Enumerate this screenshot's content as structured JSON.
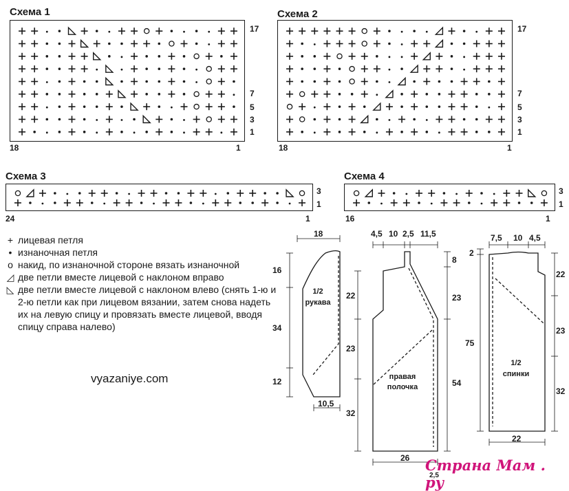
{
  "schemes": [
    {
      "title": "Схема 1",
      "stitches": 18,
      "right_labels": [
        "17",
        "7",
        "5",
        "3",
        "1"
      ],
      "bottom_left": "18",
      "bottom_right": "1",
      "rows": [
        "++.•◺+•.++o+•.•.++",
        "++••+◺+••++•o+•.++",
        "++••++◺•.+••+•o+•+",
        "++••++.◺.+••+•.o++",
        "++.•+••◺•+••+•.o+•",
        "++••+••+◺+••+•o++.",
        "++.•+••+•◺+•.+o++•",
        "++••+•.+.•◺+•.+o++",
        "+•.•+•.+•.•+•.++.+"
      ]
    },
    {
      "title": "Схема 2",
      "stitches": 18,
      "right_labels": [
        "17",
        "7",
        "5",
        "3",
        "1"
      ],
      "bottom_left": "18",
      "bottom_right": "1",
      "rows": [
        "++++++o+•.•.◿+•.++",
        "+•.+++o+•.++◿••+++",
        "+••+o++•..+◿+•.+++",
        "+••+•o++.•◿++•.+++",
        "+••+•o+•.◿•+••++•+",
        "+o++••+.◿•+••++••+",
        "o+.+•+•◿+•+••++•.+",
        "+o•+•+◿•.+•.++••++",
        "+•.+•+•.+•+•.++••+"
      ]
    },
    {
      "title": "Схема 3",
      "stitches": 24,
      "right_labels": [
        "3",
        "1"
      ],
      "bottom_left": "24",
      "bottom_right": "1",
      "rows": [
        "o◿+•.•++•.++••++.•++••◺o",
        "+•.•++•.++•.++•.++••+•.+"
      ]
    },
    {
      "title": "Схема 4",
      "stitches": 16,
      "right_labels": [
        "3",
        "1"
      ],
      "bottom_left": "16",
      "bottom_right": "1",
      "rows": [
        "o◿+•.++•.+•.++◺o",
        "+•.++•.++•.++••+"
      ]
    }
  ],
  "legend": [
    {
      "icon": "knit-stitch-icon",
      "symbol": "+",
      "text": "лицевая петля"
    },
    {
      "icon": "purl-stitch-icon",
      "symbol": "•",
      "text": "изнаночная петля"
    },
    {
      "icon": "yarn-over-icon",
      "symbol": "o",
      "text": "накид, по изнаночной стороне вязать изнаночной"
    },
    {
      "icon": "k2tog-right-icon",
      "symbol": "◿",
      "text": "две петли вместе лицевой с наклоном вправо"
    },
    {
      "icon": "k2tog-left-icon",
      "symbol": "◺",
      "text": "две петли вместе лицевой с наклоном влево (снять 1-ю и 2-ю петли как при лицевом вязании, затем снова надеть их на левую спицу и провязать вместе лицевой, вводя спицу справа налево)"
    }
  ],
  "site": "vyazaniye.com",
  "watermark": "Страна Мам . ру",
  "patterns": {
    "sleeve": {
      "label_lines": [
        "1/2",
        "рукава"
      ],
      "dims": {
        "top": "18",
        "left_top": "16",
        "left_mid": "34",
        "left_bot": "12",
        "bottom": "10,5"
      }
    },
    "front": {
      "label_lines": [
        "правая",
        "полочка"
      ],
      "dims": {
        "top1": "4,5",
        "top2": "10",
        "top3": "2,5",
        "top4": "11,5",
        "right1": "8",
        "right2": "23",
        "right3": "54",
        "left1": "22",
        "left2": "23",
        "left3": "32",
        "bottom": "26",
        "corner": "2,5"
      }
    },
    "back": {
      "label_lines": [
        "1/2",
        "спинки"
      ],
      "dims": {
        "top1": "7,5",
        "top2": "10",
        "top3": "4,5",
        "left_small": "2",
        "left_big": "75",
        "right1": "22",
        "right2": "23",
        "right3": "32",
        "bottom": "22"
      }
    }
  }
}
